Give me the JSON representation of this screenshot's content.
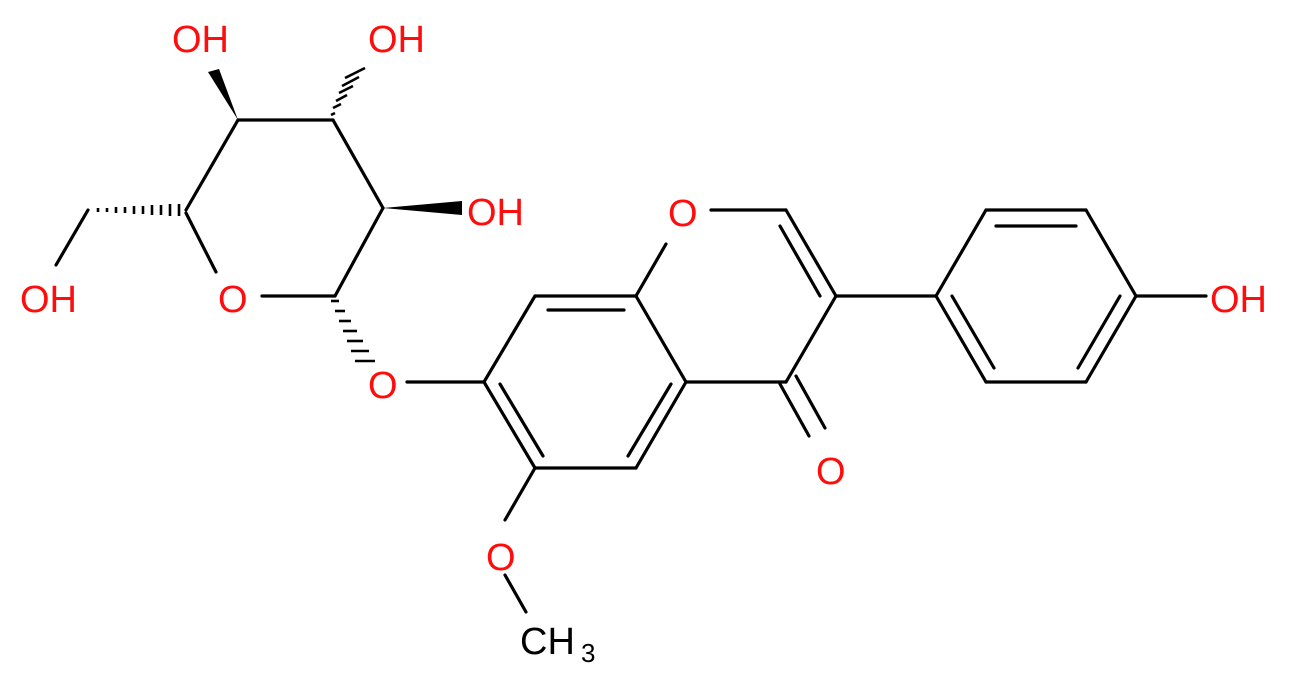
{
  "atoms": {
    "oh_top_left": "OH",
    "oh_top_right": "OH",
    "oh_ring_right": "OH",
    "oh_ch2oh": "OH",
    "o_pyranose_ring": "O",
    "o_glycosidic": "O",
    "o_chromone_ring": "O",
    "o_carbonyl": "O",
    "oh_phenol": "OH",
    "o_methoxy": "O",
    "methyl_ch": "CH",
    "methyl_sub": "3"
  },
  "colors": {
    "heteroatom": "#ff0d0d",
    "bond": "#000000",
    "background": "#ffffff"
  }
}
